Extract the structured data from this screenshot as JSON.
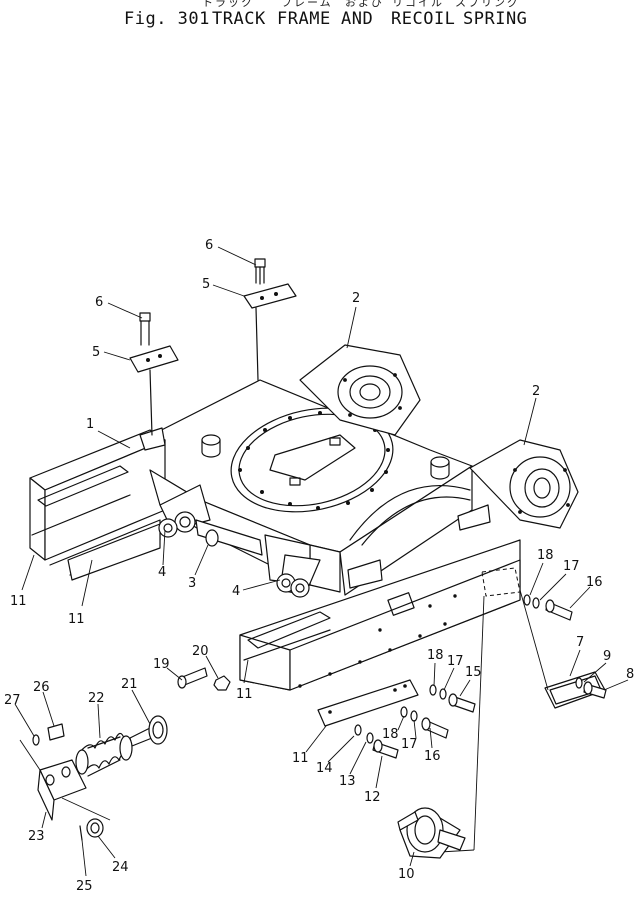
{
  "header": {
    "subtitle_words": [
      "トラック",
      "フレーム",
      "および",
      "リコイル",
      "スプリング"
    ],
    "fig_label": "Fig. 301",
    "title_words": [
      "TRACK",
      "FRAME",
      "AND",
      "RECOIL",
      "SPRING"
    ]
  },
  "callouts": [
    {
      "id": "c6a",
      "text": "6"
    },
    {
      "id": "c5a",
      "text": "5"
    },
    {
      "id": "c6b",
      "text": "6"
    },
    {
      "id": "c5b",
      "text": "5"
    },
    {
      "id": "c2a",
      "text": "2"
    },
    {
      "id": "c2b",
      "text": "2"
    },
    {
      "id": "c1",
      "text": "1"
    },
    {
      "id": "c11a",
      "text": "11"
    },
    {
      "id": "c11b",
      "text": "11"
    },
    {
      "id": "c11c",
      "text": "11"
    },
    {
      "id": "c11d",
      "text": "11"
    },
    {
      "id": "c4a",
      "text": "4"
    },
    {
      "id": "c3",
      "text": "3"
    },
    {
      "id": "c4b",
      "text": "4"
    },
    {
      "id": "c18a",
      "text": "18"
    },
    {
      "id": "c17a",
      "text": "17"
    },
    {
      "id": "c16a",
      "text": "16"
    },
    {
      "id": "c7",
      "text": "7"
    },
    {
      "id": "c9",
      "text": "9"
    },
    {
      "id": "c8",
      "text": "8"
    },
    {
      "id": "c18b",
      "text": "18"
    },
    {
      "id": "c17b",
      "text": "17"
    },
    {
      "id": "c15",
      "text": "15"
    },
    {
      "id": "c18c",
      "text": "18"
    },
    {
      "id": "c17c",
      "text": "17"
    },
    {
      "id": "c16b",
      "text": "16"
    },
    {
      "id": "c14",
      "text": "14"
    },
    {
      "id": "c13",
      "text": "13"
    },
    {
      "id": "c12",
      "text": "12"
    },
    {
      "id": "c19",
      "text": "19"
    },
    {
      "id": "c20",
      "text": "20"
    },
    {
      "id": "c21",
      "text": "21"
    },
    {
      "id": "c22",
      "text": "22"
    },
    {
      "id": "c26",
      "text": "26"
    },
    {
      "id": "c27",
      "text": "27"
    },
    {
      "id": "c23",
      "text": "23"
    },
    {
      "id": "c24",
      "text": "24"
    },
    {
      "id": "c25",
      "text": "25"
    },
    {
      "id": "c10",
      "text": "10"
    }
  ]
}
